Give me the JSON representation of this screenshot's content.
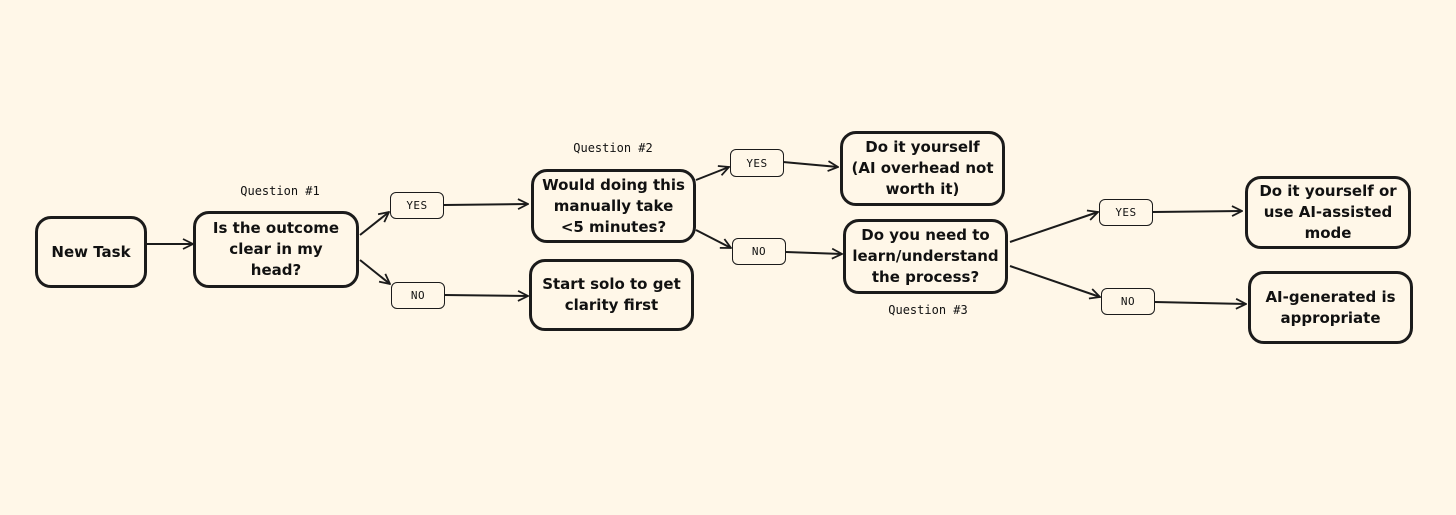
{
  "colors": {
    "background": "#fff7e8",
    "stroke": "#1b1b1b"
  },
  "nodes": {
    "new_task": "New Task",
    "q1": "Is the outcome clear in my head?",
    "q2": "Would doing this manually take <5 minutes?",
    "start_solo": "Start solo to get clarity first",
    "do_yourself": "Do it yourself (AI overhead not worth it)",
    "q3": "Do you need to learn/understand the process?",
    "ai_assisted": "Do it yourself or use AI-assisted mode",
    "ai_generated": "AI-generated is appropriate"
  },
  "questions": {
    "q1": "Question #1",
    "q2": "Question #2",
    "q3": "Question #3"
  },
  "chips": {
    "q1_yes": "YES",
    "q1_no": "NO",
    "q2_yes": "YES",
    "q2_no": "NO",
    "q3_yes": "YES",
    "q3_no": "NO"
  }
}
